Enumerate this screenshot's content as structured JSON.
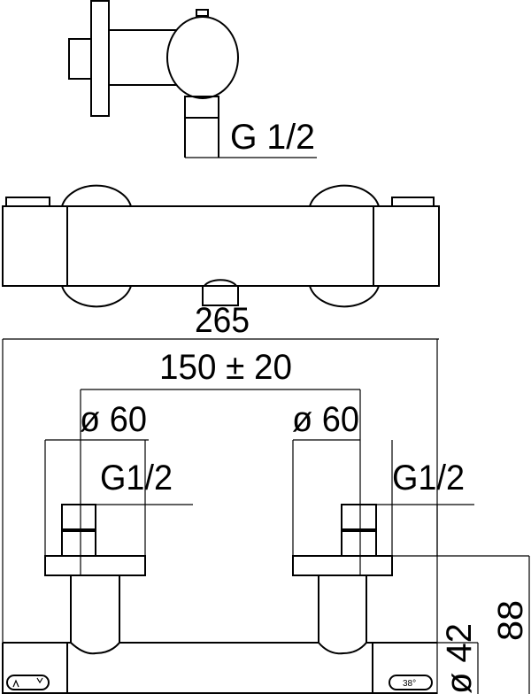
{
  "title": "Thermostatic shower mixer technical drawing",
  "side_view": {
    "thread_label": "G 1/2"
  },
  "plan_view": {
    "overall_width": "265",
    "center_distance": "150 ± 20",
    "left_flange_diameter": "ø 60",
    "right_flange_diameter": "ø 60",
    "left_thread": "G1/2",
    "right_thread": "G1/2",
    "body_diameter": "ø 42",
    "total_depth": "88",
    "temperature_marking": "38°"
  }
}
